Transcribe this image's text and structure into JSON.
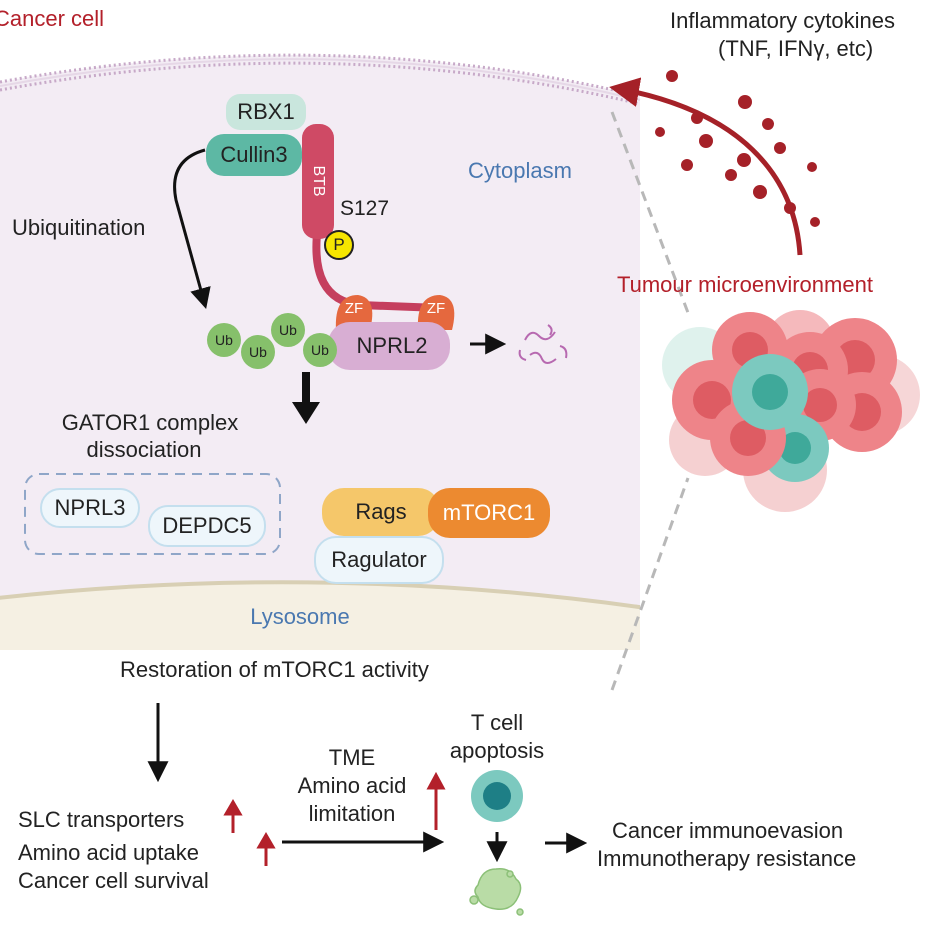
{
  "cell": {
    "title": "Cancer cell",
    "cytoplasm": "Cytoplasm",
    "lysosome": "Lysosome"
  },
  "complex": {
    "rbx1": "RBX1",
    "cullin3": "Cullin3",
    "btb": "BTB",
    "site": "S127",
    "phospho": "P",
    "ubiquitination": "Ubiquitination",
    "ub": [
      "Ub",
      "Ub",
      "Ub",
      "Ub"
    ],
    "zf_left": "ZF",
    "zf_right": "ZF",
    "nprl2": "NPRL2"
  },
  "gator1": {
    "line1": "GATOR1 complex",
    "line2": "dissociation",
    "nprl3": "NPRL3",
    "depdc5": "DEPDC5"
  },
  "mtor": {
    "rags": "Rags",
    "mtorc1": "mTORC1",
    "ragulator": "Ragulator"
  },
  "tme": {
    "cytokines_line1": "Inflammatory cytokines",
    "cytokines_line2": "(TNF, IFNγ, etc)",
    "tumour": "Tumour microenvironment"
  },
  "bottom": {
    "restoration": "Restoration of mTORC1 activity",
    "slc": "SLC transporters",
    "uptake": "Amino acid uptake",
    "survival": "Cancer cell survival",
    "tme_label": "TME",
    "aa_line1": "Amino acid",
    "aa_line2": "limitation",
    "tcell_line1": "T cell",
    "tcell_line2": "apoptosis",
    "outcome_line1": "Cancer immunoevasion",
    "outcome_line2": "Immunotherapy resistance"
  },
  "colors": {
    "cytoplasm_bg": "#f3ecf4",
    "lysosome_bg": "#f5f0e3",
    "rbx1": "#c9e6dd",
    "cullin3": "#5db8a4",
    "btb": "#cf4a65",
    "ub": "#86c06b",
    "zf": "#e5683e",
    "nprl2": "#d8aed3",
    "rags": "#f5c76a",
    "mtorc1": "#ec8a30",
    "accent_red": "#b3202a"
  }
}
